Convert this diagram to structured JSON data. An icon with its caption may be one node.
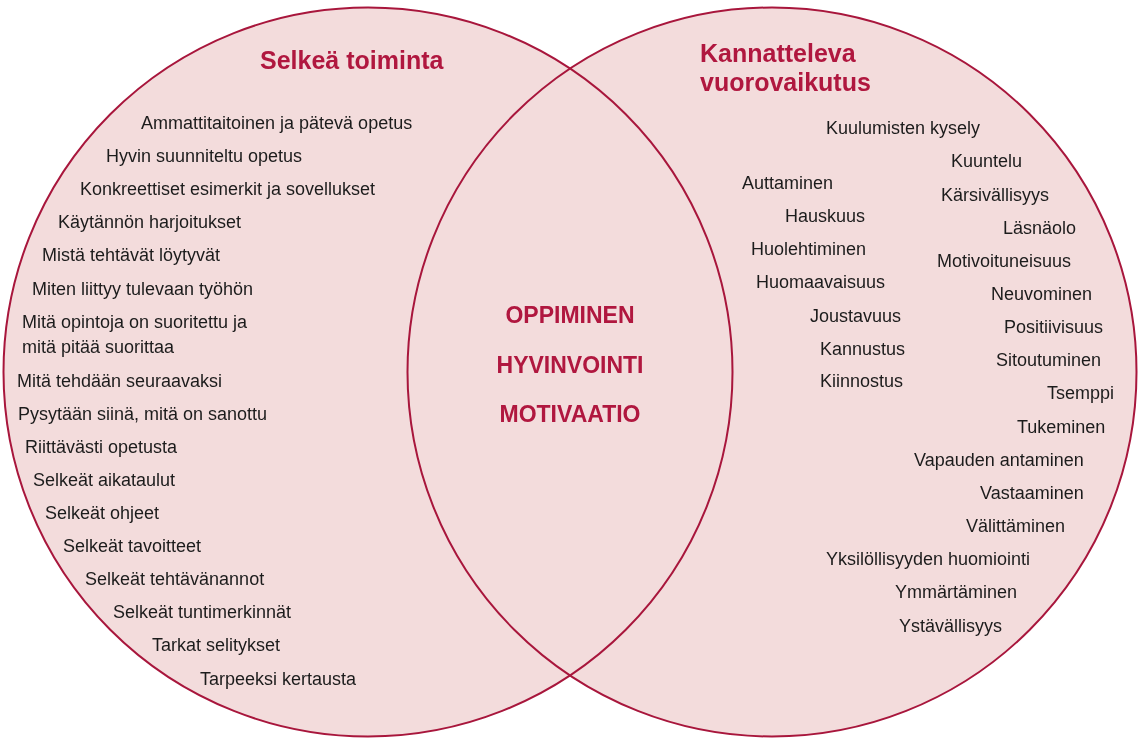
{
  "diagram": {
    "nodes": [
      {
        "text": [
          "Selkeä toiminta",
          "Ammattitaitoinen ja pätevä opetus",
          "Hyvin suunniteltu opetus",
          "Konkreettiset esimerkit ja sovellukset",
          "Käytännön harjoitukset",
          "Mistä tehtävät löytyvät",
          "Miten liittyy tulevaan työhön",
          "Mitä opintoja on suoritettu ja mitä pitää suorittaa",
          "Mitä tehdään seuraavaksi",
          "Pysytään siinä, mitä on sanottu",
          "Riittävästi opetusta",
          "Selkeät aikataulut",
          "Selkeät ohjeet",
          "Selkeät tavoitteet",
          "Selkeät tehtävänannot",
          "Selkeät tuntimerkinnät",
          "Tarkat selitykset",
          "Tarpeeksi kertausta"
        ]
      },
      {
        "text": [
          "Kannatteleva vuorovaikutus",
          "Kuulumisten kysely",
          "Kuuntelu",
          "Auttaminen",
          "Kärsivällisyys",
          "Hauskuus",
          "Läsnäolo",
          "Huolehtiminen",
          "Motivoituneisuus",
          "Huomaavaisuus",
          "Neuvominen",
          "Joustavuus",
          "Positiivisuus",
          "Kannustus",
          "Sitoutuminen",
          "Kiinnostus",
          "Tsemppi",
          "Tukeminen",
          "Vapauden antaminen",
          "Vastaaminen",
          "Välittäminen",
          "Yksilöllisyyden huomiointi",
          "Ymmärtäminen",
          "Ystävällisyys"
        ]
      }
    ],
    "labels": [
      "OPPIMINEN",
      "HYVINVOINTI",
      "MOTIVAATIO"
    ]
  }
}
